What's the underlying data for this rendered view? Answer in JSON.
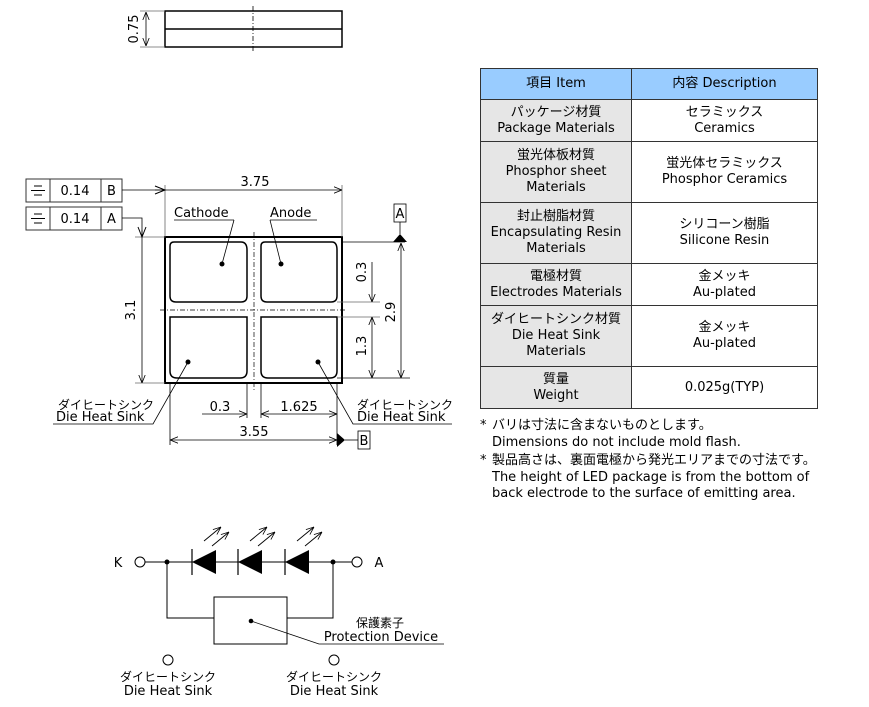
{
  "side_view": {
    "height_dim": "0.75"
  },
  "top_view": {
    "tolerance_frames": [
      {
        "symbol": "symmetry-icon",
        "value": "0.14",
        "datum": "B"
      },
      {
        "symbol": "symmetry-icon",
        "value": "0.14",
        "datum": "A"
      }
    ],
    "dims": {
      "width_overall": "3.75",
      "height_overall": "3.1",
      "pad_gap_top": "0.3",
      "pad_height": "1.3",
      "pad_span_vertical": "2.9",
      "gap_horizontal": "0.3",
      "pad_width": "1.625",
      "pad_span_horizontal": "3.55"
    },
    "datum_labels": {
      "a": "A",
      "b": "B"
    },
    "labels": {
      "cathode": "Cathode",
      "anode": "Anode",
      "heat_sink_left_jp": "ダイヒートシンク",
      "heat_sink_left_en": "Die Heat Sink",
      "heat_sink_right_jp": "ダイヒートシンク",
      "heat_sink_right_en": "Die Heat Sink"
    }
  },
  "table": {
    "headers": [
      "項目 Item",
      "内容 Description"
    ],
    "rows": [
      {
        "item": [
          "パッケージ材質",
          "Package Materials"
        ],
        "desc": [
          "セラミックス",
          "Ceramics"
        ]
      },
      {
        "item": [
          "蛍光体板材質",
          "Phosphor sheet",
          "Materials"
        ],
        "desc": [
          "蛍光体セラミックス",
          "Phosphor Ceramics"
        ]
      },
      {
        "item": [
          "封止樹脂材質",
          "Encapsulating Resin",
          "Materials"
        ],
        "desc": [
          "シリコーン樹脂",
          "Silicone Resin"
        ]
      },
      {
        "item": [
          "電極材質",
          "Electrodes Materials"
        ],
        "desc": [
          "金メッキ",
          "Au-plated"
        ]
      },
      {
        "item": [
          "ダイヒートシンク材質",
          "Die Heat Sink",
          "Materials"
        ],
        "desc": [
          "金メッキ",
          "Au-plated"
        ]
      },
      {
        "item": [
          "質量",
          "Weight"
        ],
        "desc": [
          "0.025g(TYP)"
        ]
      }
    ],
    "colors": {
      "header_bg": "#99ccff",
      "item_bg": "#e6e6e6"
    }
  },
  "notes": [
    {
      "star": "*",
      "lines": [
        "バリは寸法に含まないものとします。",
        "Dimensions do not include mold flash."
      ]
    },
    {
      "star": "*",
      "lines": [
        "製品高さは、裏面電極から発光エリアまでの寸法です。",
        "The height of LED package is from the bottom of",
        "back electrode to the surface of emitting area."
      ]
    }
  ],
  "circuit": {
    "terminal_k": "K",
    "terminal_a": "A",
    "led_count": 3,
    "protection_jp": "保護素子",
    "protection_en": "Protection Device",
    "heat_sink_1_jp": "ダイヒートシンク",
    "heat_sink_1_en": "Die Heat Sink",
    "heat_sink_2_jp": "ダイヒートシンク",
    "heat_sink_2_en": "Die Heat Sink"
  }
}
